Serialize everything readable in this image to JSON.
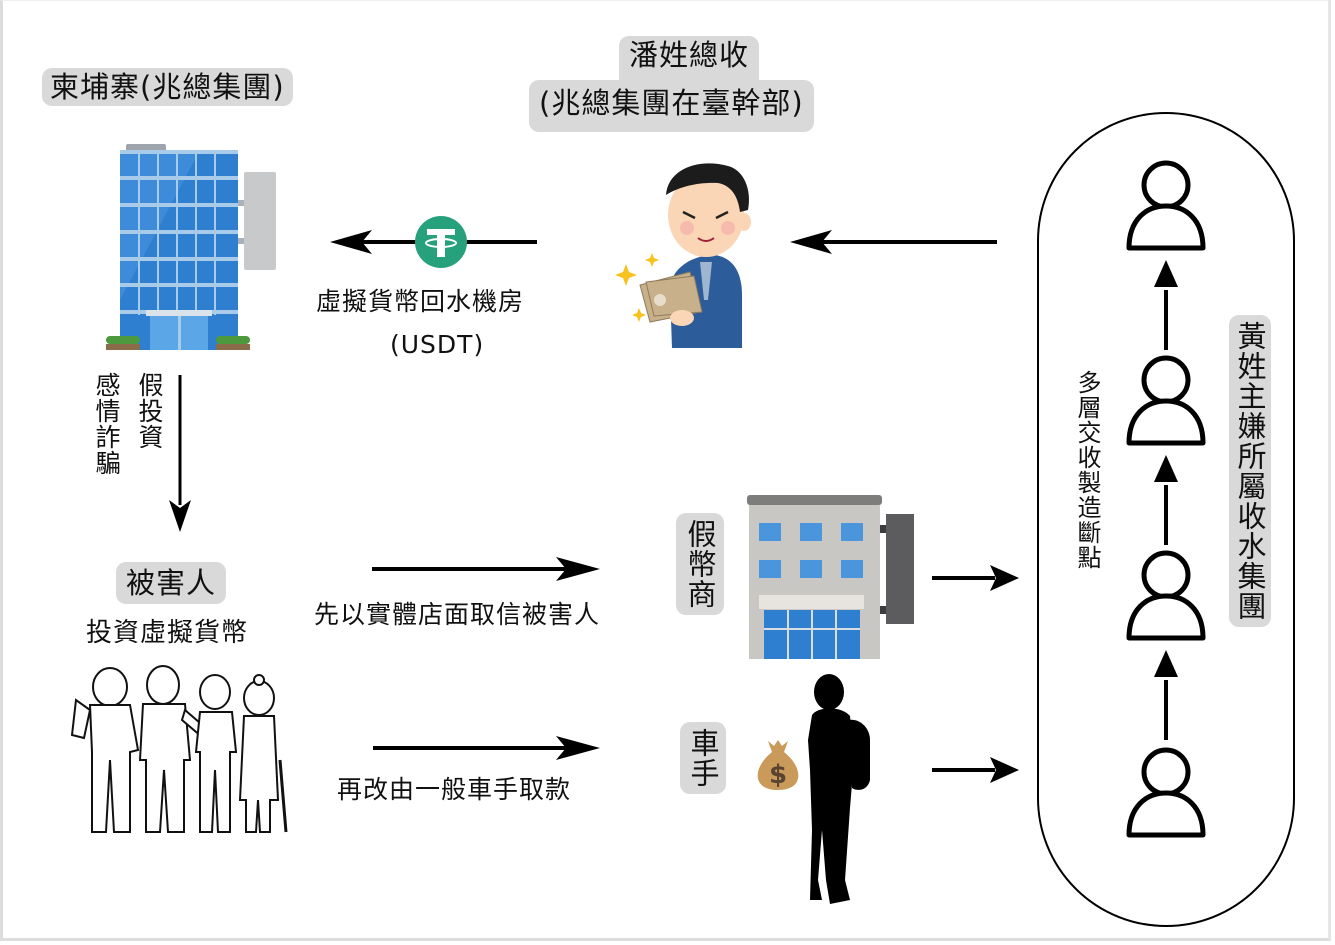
{
  "diagram": {
    "nodes": {
      "cambodia_compound": {
        "label": "柬埔寨(兆總集團)",
        "icon": "office-building-icon"
      },
      "taiwan_collector": {
        "line1": "潘姓總收",
        "line2": "(兆總集團在臺幹部)",
        "icon": "businessman-with-cash-icon"
      },
      "victims": {
        "label": "被害人",
        "sublabel": "投資虛擬貨幣",
        "icon": "people-group-icon"
      },
      "fake_dealer": {
        "label": "假幣商",
        "icon": "shop-building-icon"
      },
      "money_mule": {
        "label": "車手",
        "icon": "silhouette-person-icon",
        "accessory_icon": "money-bag-icon"
      },
      "collection_group": {
        "label": "黃姓主嫌所屬收水集團",
        "side_note": "多層交收製造斷點",
        "members": 4,
        "icon": "user-outline-icon"
      }
    },
    "edges": {
      "usdt_return": {
        "line1": "虛擬貨幣回水機房",
        "line2": "(USDT)",
        "icon": "tether-icon"
      },
      "scam_types": {
        "col1": "假投資",
        "col2": "感情詐騙"
      },
      "gain_trust": {
        "label": "先以實體店面取信被害人"
      },
      "withdraw": {
        "label": "再改由一般車手取款"
      }
    },
    "colors": {
      "pill_bg": "#d9d9d9",
      "tether_green": "#26a17b",
      "arrow": "#000000"
    }
  }
}
